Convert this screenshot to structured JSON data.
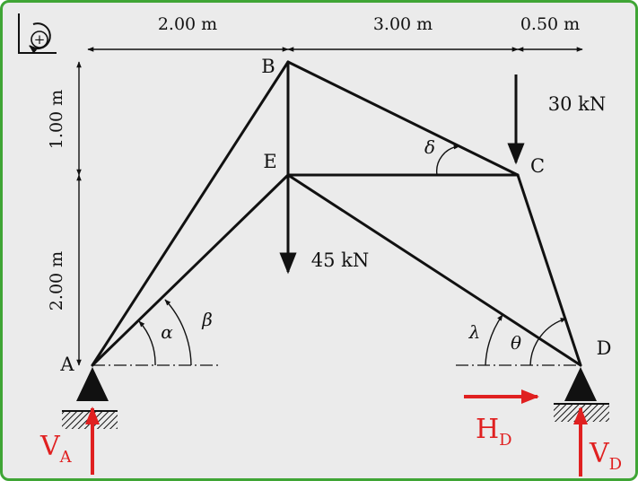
{
  "colors": {
    "background": "#ebebeb",
    "border": "#3fa535",
    "member": "#111111",
    "reaction": "#e02020"
  },
  "icons": {
    "sign_convention": "counterclockwise-plus-icon",
    "sign_symbol": "+"
  },
  "dimensions": {
    "top": [
      "2.00 m",
      "3.00 m",
      "0.50 m"
    ],
    "left": [
      "1.00 m",
      "2.00 m"
    ]
  },
  "nodes": {
    "A": "A",
    "B": "B",
    "C": "C",
    "D": "D",
    "E": "E"
  },
  "loads": {
    "at_C": "30 kN",
    "at_E": "45 kN"
  },
  "angles": {
    "alpha": "α",
    "beta": "β",
    "delta": "δ",
    "lambda": "λ",
    "theta": "θ"
  },
  "reactions": {
    "VA": {
      "main": "V",
      "sub": "A"
    },
    "HD": {
      "main": "H",
      "sub": "D"
    },
    "VD": {
      "main": "V",
      "sub": "D"
    }
  }
}
